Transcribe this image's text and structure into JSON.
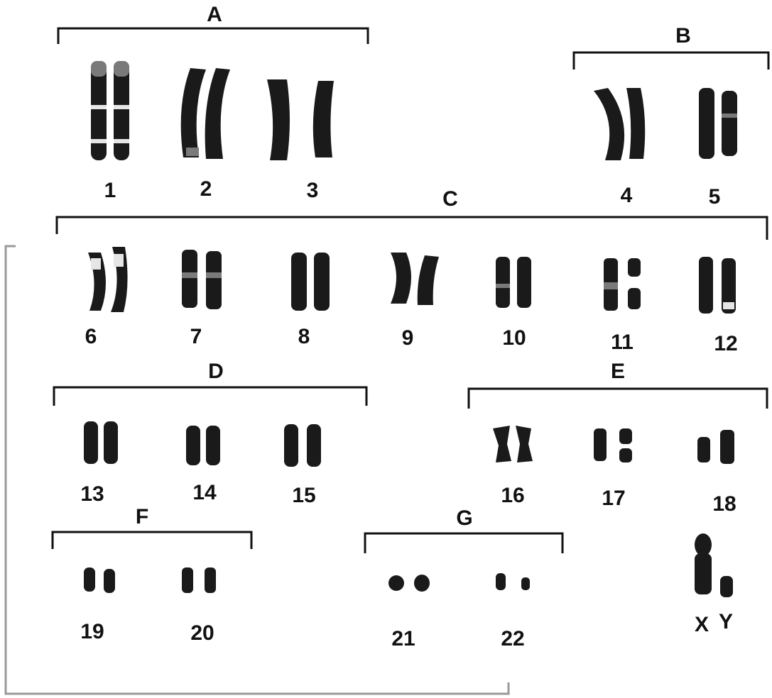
{
  "karyotype": {
    "groups": [
      {
        "id": "A",
        "label": "A"
      },
      {
        "id": "B",
        "label": "B"
      },
      {
        "id": "C",
        "label": "C"
      },
      {
        "id": "D",
        "label": "D"
      },
      {
        "id": "E",
        "label": "E"
      },
      {
        "id": "F",
        "label": "F"
      },
      {
        "id": "G",
        "label": "G"
      }
    ],
    "pairs": [
      {
        "label": "1",
        "group": "A"
      },
      {
        "label": "2",
        "group": "A"
      },
      {
        "label": "3",
        "group": "A"
      },
      {
        "label": "4",
        "group": "B"
      },
      {
        "label": "5",
        "group": "B"
      },
      {
        "label": "6",
        "group": "C"
      },
      {
        "label": "7",
        "group": "C"
      },
      {
        "label": "8",
        "group": "C"
      },
      {
        "label": "9",
        "group": "C"
      },
      {
        "label": "10",
        "group": "C"
      },
      {
        "label": "11",
        "group": "C"
      },
      {
        "label": "12",
        "group": "C"
      },
      {
        "label": "13",
        "group": "D"
      },
      {
        "label": "14",
        "group": "D"
      },
      {
        "label": "15",
        "group": "D"
      },
      {
        "label": "16",
        "group": "E"
      },
      {
        "label": "17",
        "group": "E"
      },
      {
        "label": "18",
        "group": "E"
      },
      {
        "label": "19",
        "group": "F"
      },
      {
        "label": "20",
        "group": "F"
      },
      {
        "label": "21",
        "group": "G"
      },
      {
        "label": "22",
        "group": "G"
      }
    ],
    "sex_chromosomes": {
      "x_label": "X",
      "y_label": "Y"
    },
    "colors": {
      "ink": "#111111",
      "frame": "#9a9a9a",
      "background": "#ffffff"
    }
  }
}
